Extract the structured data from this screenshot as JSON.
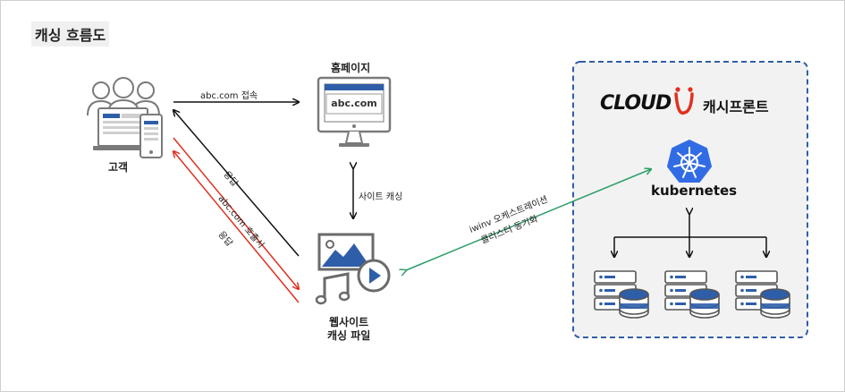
{
  "title": "캐싱 흐름도",
  "nodes": {
    "customer": "고객",
    "homepage": "홈페이지",
    "homepage_screen": "abc.com",
    "website_cache": [
      "웹사이트",
      "캐싱 파일"
    ],
    "cloud_brand": "CLOUD",
    "cloud_frontend": "캐시프론트",
    "kubernetes": "kubernetes"
  },
  "edges": {
    "access": "abc.com 접속",
    "response1": "응답",
    "call": "abc.com 호출시",
    "response2": "응답",
    "site_cache": "사이트 캐싱",
    "sync": [
      "iwinv 오케스트레이션",
      "클러스터 동기화"
    ]
  },
  "colors": {
    "accent_red": "#e0301e",
    "sync_green": "#2e9e6a",
    "k8s_blue": "#326ce5",
    "panel_border": "#2f5ea8",
    "panel_bg": "#f2f2f2",
    "icon_gray": "#7a7a7a",
    "screen_blue": "#2f5ea8"
  }
}
